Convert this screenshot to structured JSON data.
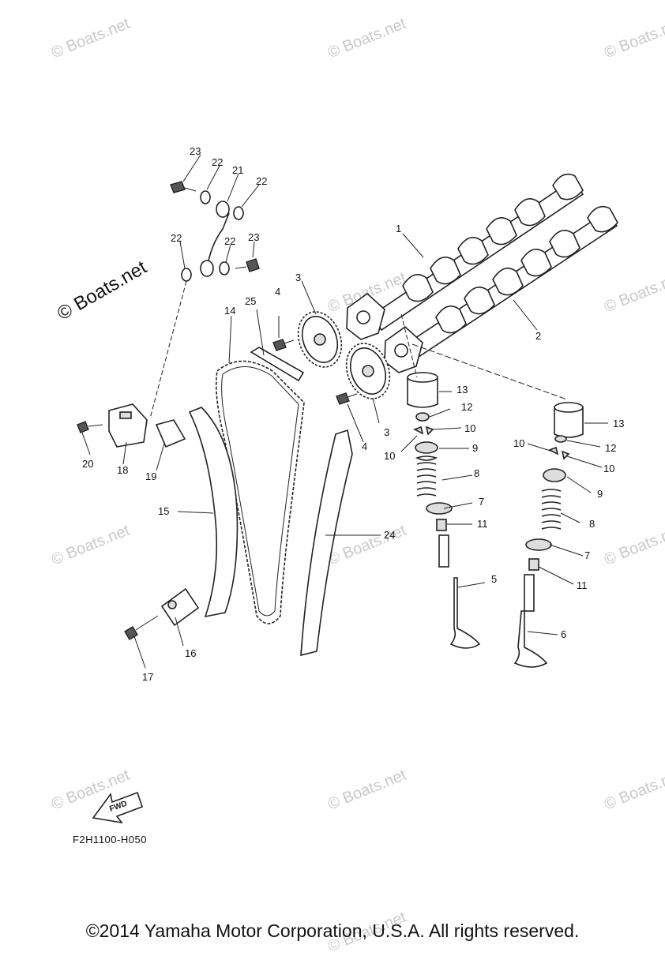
{
  "watermarks": [
    "© Boats.net",
    "© Boats.net",
    "© Boats.net",
    "© Boats.net",
    "© Boats.net",
    "© Boats.net",
    "© Boats.net",
    "© Boats.net",
    "© Boats.net",
    "© Boats.net",
    "© Boats.net",
    "© Boats.net"
  ],
  "watermark_main": "© Boats.net",
  "diagram_code": "F2H1100-H050",
  "fwd_label": "FWD",
  "copyright": "©2014 Yamaha Motor Corporation, U.S.A. All rights reserved.",
  "labels": {
    "l1": "1",
    "l2": "2",
    "l3a": "3",
    "l3b": "3",
    "l4a": "4",
    "l4b": "4",
    "l5": "5",
    "l6": "6",
    "l7a": "7",
    "l7b": "7",
    "l8a": "8",
    "l8b": "8",
    "l9a": "9",
    "l9b": "9",
    "l10a": "10",
    "l10b": "10",
    "l10c": "10",
    "l10d": "10",
    "l11a": "11",
    "l11b": "11",
    "l12a": "12",
    "l12b": "12",
    "l13a": "13",
    "l13b": "13",
    "l14": "14",
    "l15": "15",
    "l16": "16",
    "l17": "17",
    "l18": "18",
    "l19": "19",
    "l20": "20",
    "l21": "21",
    "l22a": "22",
    "l22b": "22",
    "l22c": "22",
    "l22d": "22",
    "l23a": "23",
    "l23b": "23",
    "l24": "24",
    "l25": "25"
  }
}
